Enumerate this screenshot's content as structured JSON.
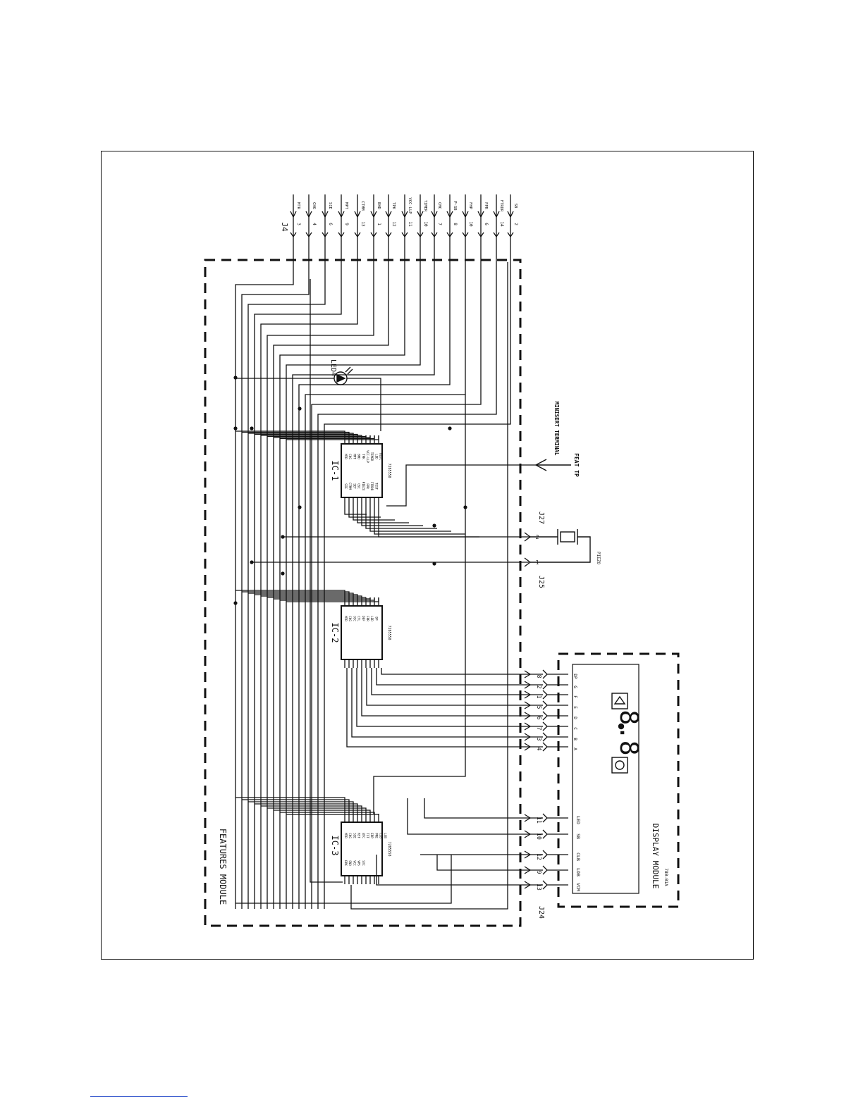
{
  "features_module": {
    "label": "FEATURES MODULE"
  },
  "display_module": {
    "label": "DISPLAY MODULE",
    "part_no": "780-01A",
    "readout": "8.8"
  },
  "connectors": {
    "j4": "J4",
    "j24": "J24",
    "j25": "J25",
    "j27": "J27",
    "feat_tp": "FEAT TP",
    "minisert": "MINISERT TERMINAL",
    "piezo": "PIEZO"
  },
  "led": {
    "label": "LED4"
  },
  "ics": {
    "ic1": {
      "ref": "IC-1",
      "part": "7285558",
      "pins_left": [
        "SIE",
        "CTMM",
        "SET",
        "OSC",
        "PIEZO",
        "FPR",
        "FTRDR",
        "TEST"
      ],
      "pins_right": [
        "MTR",
        "CHG",
        "MPT",
        "BHD",
        "TPK",
        "VCC-LLP",
        "TIMER",
        "LED",
        "BLDL"
      ]
    },
    "ic2": {
      "ref": "IC-2",
      "part": "7285558",
      "pins_right": [
        "MTR",
        "CHG",
        "OSC",
        "CTL",
        "DEF",
        "FPR",
        "LED",
        "DP"
      ]
    },
    "ic3": {
      "ref": "IC-3",
      "part": "7285558",
      "pins_left": [
        "RPK",
        "SNO",
        "VCC",
        "VPS",
        "SYC"
      ],
      "pins_right": [
        "MTR",
        "CHG",
        "SIE",
        "RST",
        "BTC",
        "TST",
        "ERP",
        "PRE",
        "CLB",
        "LOB"
      ]
    }
  },
  "j4_signals": [
    {
      "pin": "3",
      "name": "MTR"
    },
    {
      "pin": "4",
      "name": "CHG"
    },
    {
      "pin": "6",
      "name": "SIE"
    },
    {
      "pin": "9",
      "name": "MPT"
    },
    {
      "pin": "13",
      "name": "CTMM"
    },
    {
      "pin": "1",
      "name": "BHD"
    },
    {
      "pin": "12",
      "name": "TPK"
    },
    {
      "pin": "11",
      "name": "VCC-LLP"
    },
    {
      "pin": "10",
      "name": "TIMER"
    },
    {
      "pin": "7",
      "name": "CMC"
    },
    {
      "pin": "8",
      "name": "P-SB"
    },
    {
      "pin": "10",
      "name": "FHP"
    },
    {
      "pin": "6",
      "name": "FPR"
    },
    {
      "pin": "14",
      "name": "FTRDR"
    },
    {
      "pin": "2",
      "name": "SB"
    }
  ],
  "j24_upper": [
    {
      "pin": "8",
      "seg": "DP"
    },
    {
      "pin": "2",
      "seg": "G"
    },
    {
      "pin": "1",
      "seg": "F"
    },
    {
      "pin": "5",
      "seg": "E"
    },
    {
      "pin": "6",
      "seg": "D"
    },
    {
      "pin": "7",
      "seg": "C"
    },
    {
      "pin": "3",
      "seg": "B"
    },
    {
      "pin": "4",
      "seg": "A"
    }
  ],
  "j24_lower": [
    {
      "pin": "11",
      "seg": "LED"
    },
    {
      "pin": "10",
      "seg": "SB"
    },
    {
      "pin": "12",
      "seg": "CLB"
    },
    {
      "pin": "9",
      "seg": "LOB"
    },
    {
      "pin": "13",
      "seg": "VCM"
    }
  ],
  "j27_pins": [
    "2",
    "1"
  ]
}
